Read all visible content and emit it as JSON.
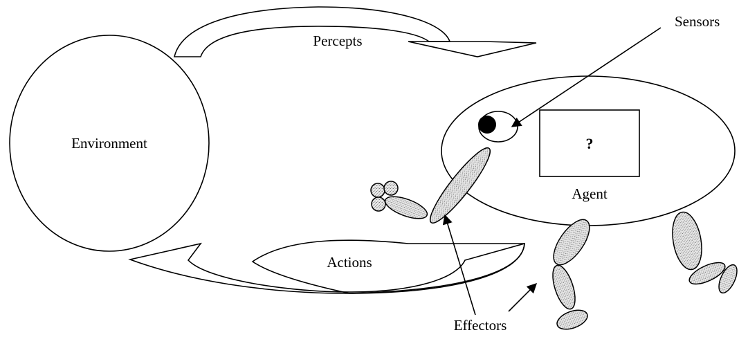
{
  "diagram": {
    "labels": {
      "environment": "Environment",
      "percepts": "Percepts",
      "actions": "Actions",
      "sensors": "Sensors",
      "effectors": "Effectors",
      "agent": "Agent",
      "unknown": "?"
    },
    "colors": {
      "stroke": "#000000",
      "background": "#ffffff",
      "stipple_fill": "#c8c8c8"
    }
  }
}
